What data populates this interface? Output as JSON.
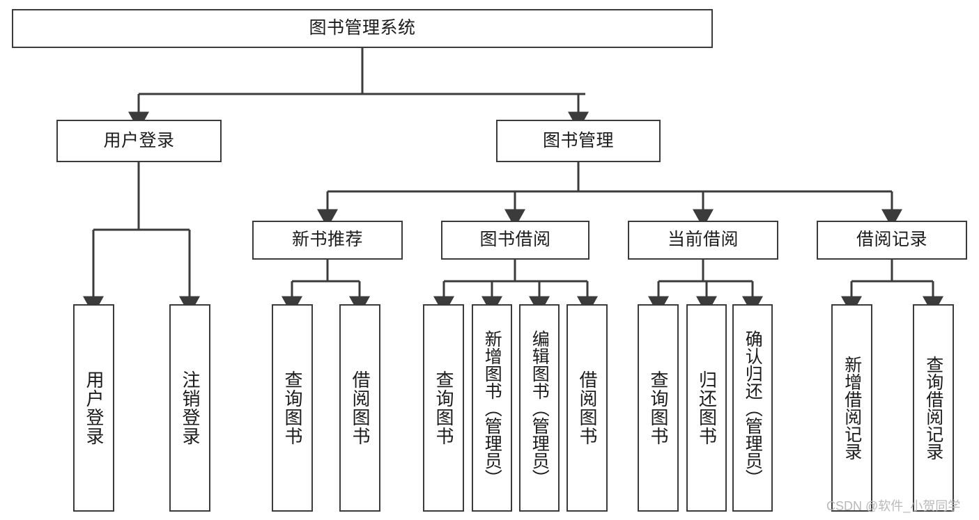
{
  "diagram": {
    "title": "图书管理系统",
    "type": "tree-hierarchy-chart",
    "root": {
      "label": "图书管理系统"
    },
    "level2": [
      {
        "label": "用户登录"
      },
      {
        "label": "图书管理"
      }
    ],
    "level3": [
      {
        "label": "新书推荐"
      },
      {
        "label": "图书借阅"
      },
      {
        "label": "当前借阅"
      },
      {
        "label": "借阅记录"
      }
    ],
    "leaves": {
      "user_login": [
        {
          "label": "用户登录"
        },
        {
          "label": "注销登录"
        }
      ],
      "new_book_recommend": [
        {
          "label": "查询图书"
        },
        {
          "label": "借阅图书"
        }
      ],
      "book_borrow": [
        {
          "label": "查询图书"
        },
        {
          "label": "新增图书（管理员）"
        },
        {
          "label": "编辑图书（管理员）"
        },
        {
          "label": "借阅图书"
        }
      ],
      "current_borrow": [
        {
          "label": "查询图书"
        },
        {
          "label": "归还图书"
        },
        {
          "label": "确认归还（管理员）"
        }
      ],
      "borrow_record": [
        {
          "label": "新增借阅记录"
        },
        {
          "label": "查询借阅记录"
        }
      ]
    }
  },
  "watermark": {
    "text": "CSDN @软件_小贺同学"
  },
  "colors": {
    "stroke": "#3b3b3b",
    "text": "#1b1b1b",
    "background": "#ffffff",
    "watermark": "#b9b9b9"
  }
}
